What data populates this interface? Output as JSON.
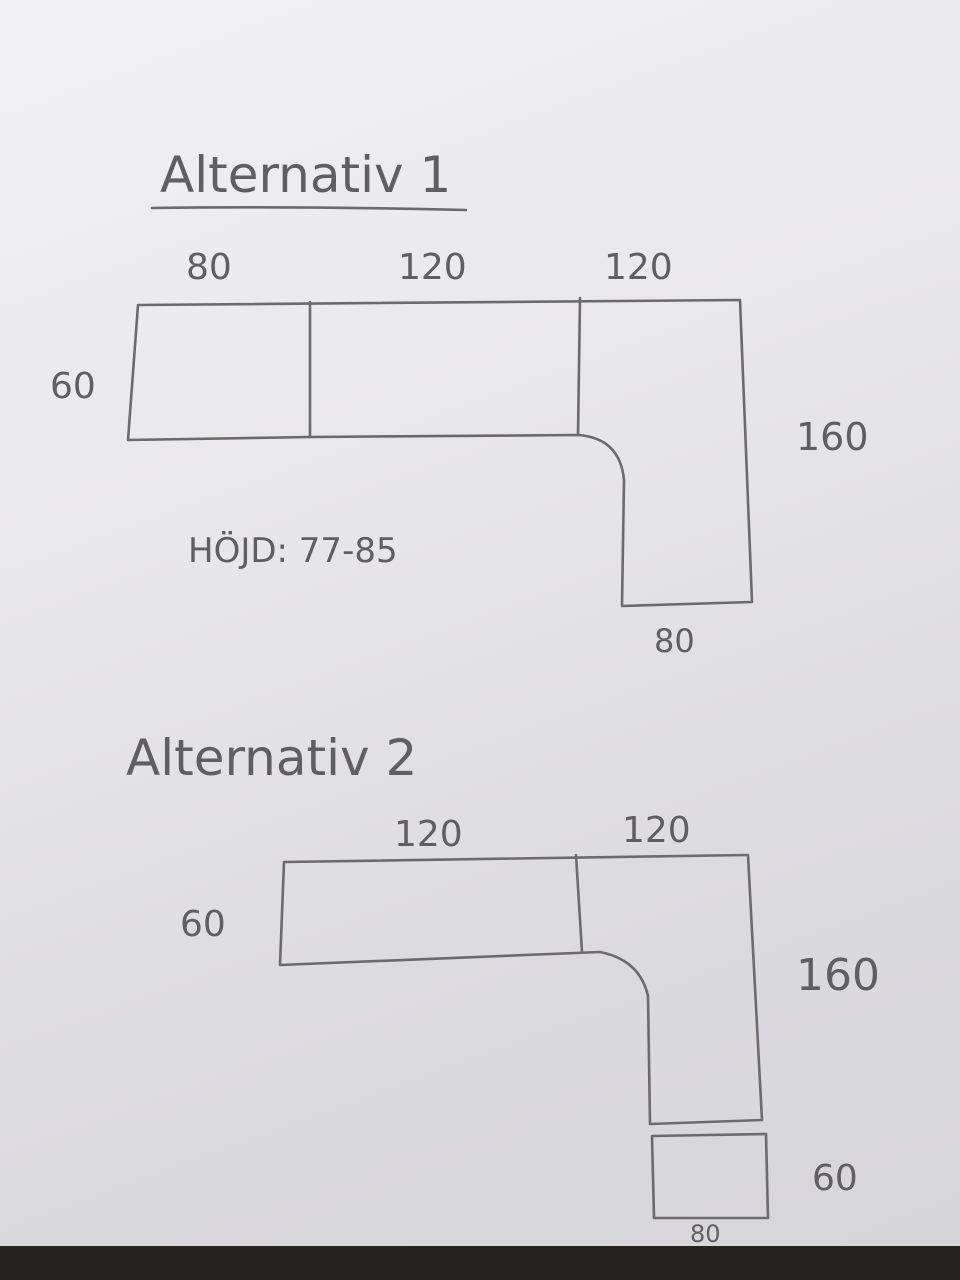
{
  "alt1": {
    "title": "Alternativ 1",
    "dims": {
      "top_left": "80",
      "top_mid": "120",
      "top_right": "120",
      "left": "60",
      "right": "160",
      "bottom": "80"
    },
    "height_note": "HÖJD: 77-85"
  },
  "alt2": {
    "title": "Alternativ 2",
    "dims": {
      "top_left": "120",
      "top_right": "120",
      "left": "60",
      "right": "160",
      "extra_right": "60",
      "extra_bottom": "80"
    }
  }
}
